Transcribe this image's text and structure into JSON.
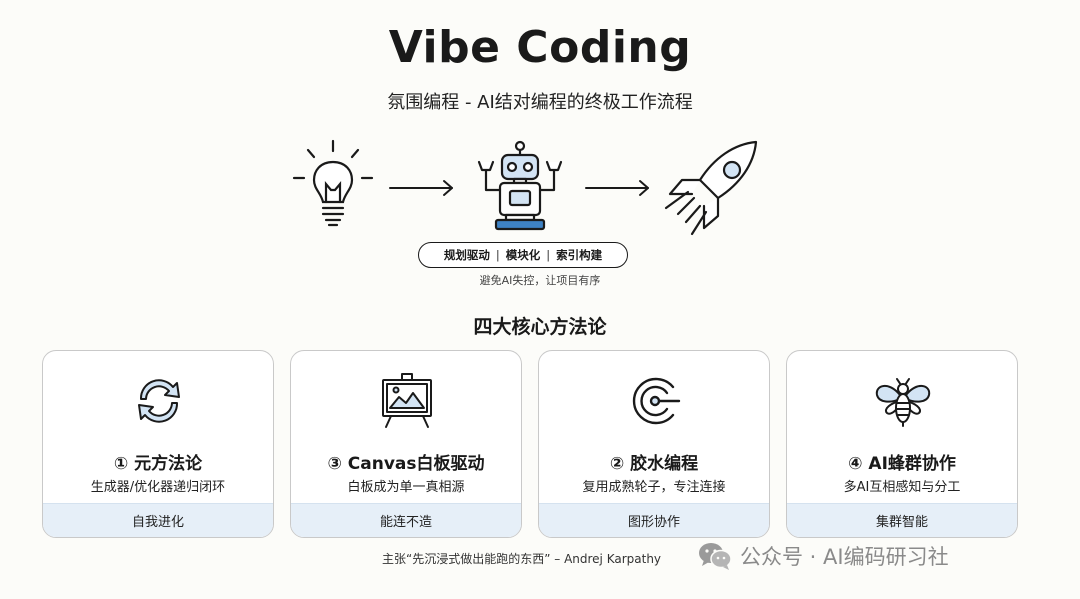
{
  "header": {
    "title": "Vibe Coding",
    "subtitle": "氛围编程 - AI结对编程的终极工作流程"
  },
  "flow": {
    "icons": [
      "lightbulb-icon",
      "robot-icon",
      "rocket-icon"
    ],
    "pill": {
      "items": [
        "规划驱动",
        "模块化",
        "索引构建"
      ],
      "separator": "|"
    },
    "note": "避免AI失控，让项目有序"
  },
  "section": {
    "title": "四大核心方法论"
  },
  "cards": [
    {
      "title": "① 元方法论",
      "desc": "生成器/优化器递归闭环",
      "footer": "自我进化",
      "icon": "refresh-cycle-icon"
    },
    {
      "title": "③ Canvas白板驱动",
      "desc": "白板成为单一真相源",
      "footer": "能连不造",
      "icon": "whiteboard-icon"
    },
    {
      "title": "② 胶水编程",
      "desc": "复用成熟轮子，专注连接",
      "footer": "图形协作",
      "icon": "glue-target-icon"
    },
    {
      "title": "④ AI蜂群协作",
      "desc": "多AI互相感知与分工",
      "footer": "集群智能",
      "icon": "bee-icon"
    }
  ],
  "footer": {
    "quote": "主张“先沉浸式做出能跑的东西” – Andrej Karpathy",
    "watermark": "公众号 · AI编码研习社"
  },
  "colors": {
    "accent_blue": "#3e82c4",
    "light_blue": "#d3e4f4",
    "card_footer": "#e6eff8",
    "text": "#1a1a1a"
  }
}
